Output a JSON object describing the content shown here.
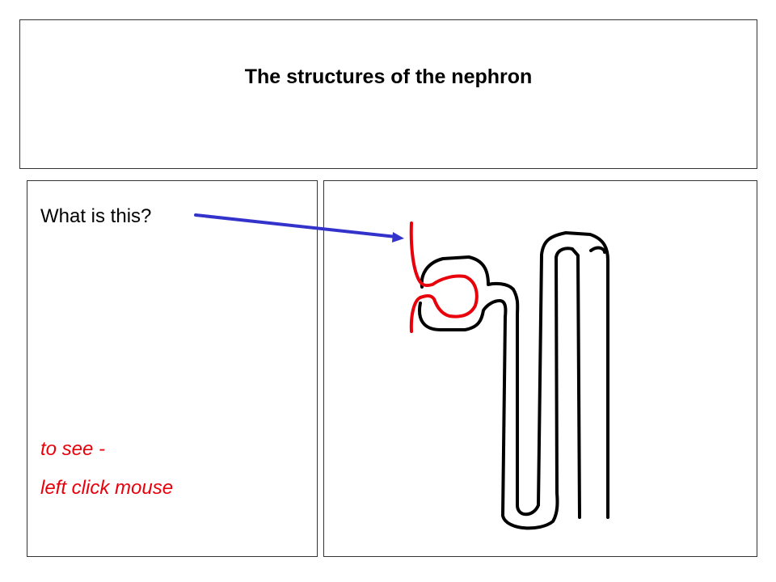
{
  "slide": {
    "title": "The structures of the nephron",
    "question": "What is this?",
    "hint_line1": "to see -",
    "hint_line2": "left click mouse"
  },
  "colors": {
    "arrow": "#3333cc",
    "blood_vessel": "#e8000b",
    "tubule": "#000000",
    "hint_text": "#e8000b"
  },
  "icons": {
    "arrow": "pointer-arrow",
    "vessel": "afferent-efferent-arteriole",
    "capsule": "bowmans-capsule",
    "tubule": "nephron-tubule-loop"
  }
}
